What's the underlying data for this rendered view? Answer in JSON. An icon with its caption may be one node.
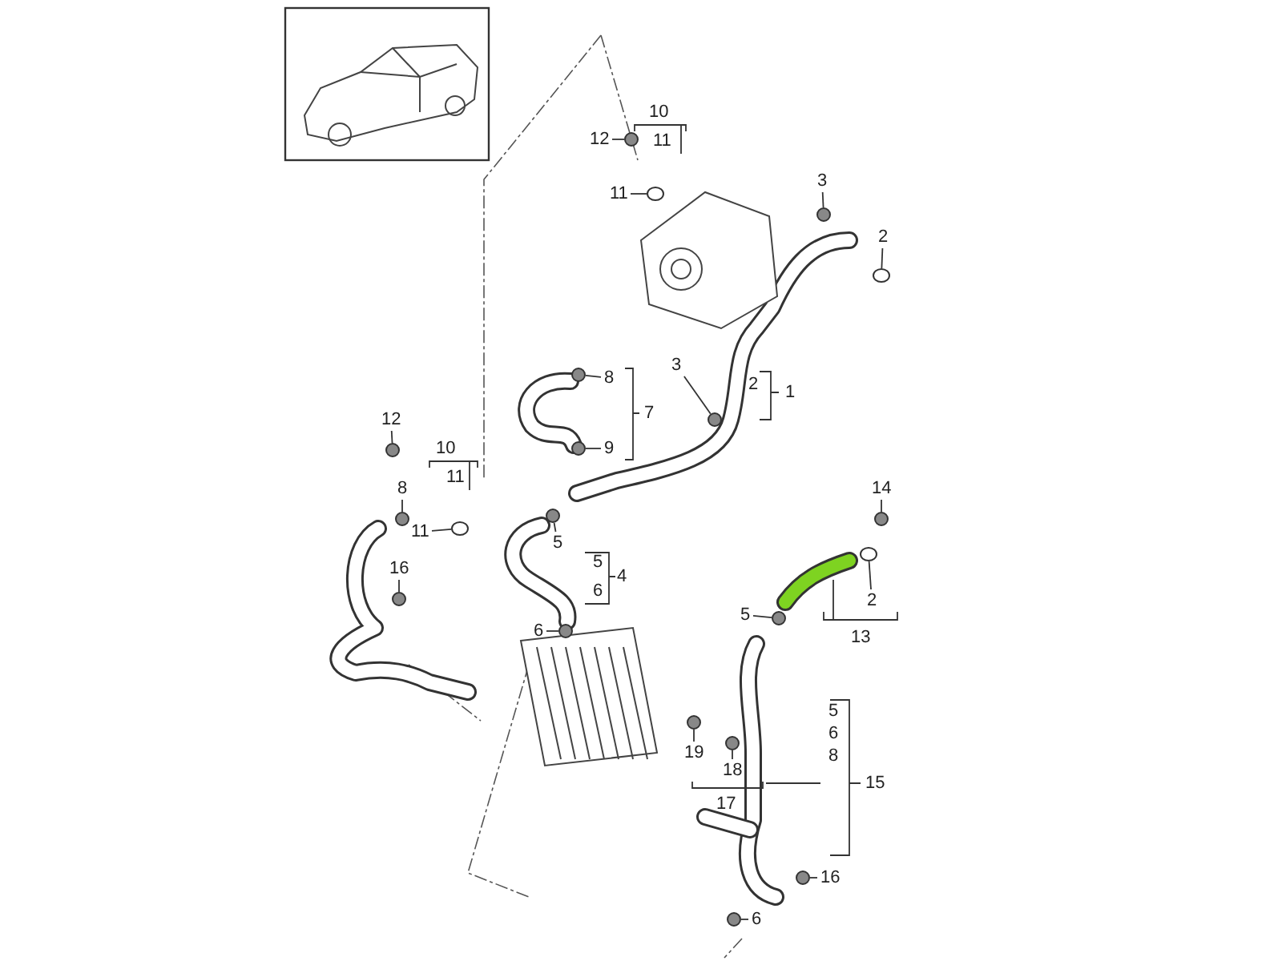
{
  "diagram": {
    "nodes": [
      {
        "text": [
          "12"
        ]
      },
      {
        "text": [
          "11"
        ]
      },
      {
        "text": [
          "3"
        ]
      },
      {
        "text": [
          "2"
        ]
      },
      {
        "text": [
          "3"
        ]
      },
      {
        "text": [
          "8"
        ]
      },
      {
        "text": [
          "9"
        ]
      },
      {
        "text": [
          "12"
        ]
      },
      {
        "text": [
          "8"
        ]
      },
      {
        "text": [
          "11"
        ]
      },
      {
        "text": [
          "16"
        ]
      },
      {
        "text": [
          "5"
        ]
      },
      {
        "text": [
          "6"
        ]
      },
      {
        "text": [
          "14"
        ]
      },
      {
        "text": [
          "2"
        ]
      },
      {
        "text": [
          "5"
        ]
      },
      {
        "text": [
          "19"
        ]
      },
      {
        "text": [
          "18"
        ]
      },
      {
        "text": [
          "16"
        ]
      },
      {
        "text": [
          "6"
        ]
      },
      {
        "text": [
          "10"
        ]
      },
      {
        "text": [
          "11"
        ]
      },
      {
        "text": [
          "2"
        ]
      },
      {
        "text": [
          "1"
        ]
      },
      {
        "text": [
          "7"
        ]
      },
      {
        "text": [
          "10"
        ]
      },
      {
        "text": [
          "11"
        ]
      },
      {
        "text": [
          "5"
        ]
      },
      {
        "text": [
          "4"
        ]
      },
      {
        "text": [
          "6"
        ]
      },
      {
        "text": [
          "13"
        ]
      },
      {
        "text": [
          "5"
        ]
      },
      {
        "text": [
          "6"
        ]
      },
      {
        "text": [
          "8"
        ]
      },
      {
        "text": [
          "15"
        ]
      },
      {
        "text": [
          "17"
        ]
      },
      {
        "text": [],
        "shape": "circle"
      },
      {
        "text": [],
        "shape": "ring"
      },
      {
        "text": [],
        "shape": "circle"
      },
      {
        "text": [],
        "shape": "ring"
      },
      {
        "text": [],
        "shape": "circle"
      },
      {
        "text": [],
        "shape": "circle"
      },
      {
        "text": [],
        "shape": "circle"
      },
      {
        "text": [],
        "shape": "circle"
      },
      {
        "text": [],
        "shape": "circle"
      },
      {
        "text": [],
        "shape": "ring"
      },
      {
        "text": [],
        "shape": "circle"
      },
      {
        "text": [],
        "shape": "circle"
      },
      {
        "text": [],
        "shape": "circle"
      },
      {
        "text": [],
        "shape": "circle"
      },
      {
        "text": [],
        "shape": "ring"
      },
      {
        "text": [],
        "shape": "circle"
      },
      {
        "text": [],
        "shape": "circle"
      },
      {
        "text": [],
        "shape": "circle"
      },
      {
        "text": [],
        "shape": "circle"
      },
      {
        "text": [],
        "shape": "circle"
      }
    ],
    "edges": [
      {
        "from": 0,
        "to": 36,
        "arrow": "none"
      },
      {
        "from": 1,
        "to": 37,
        "arrow": "none"
      },
      {
        "from": 2,
        "to": 38,
        "arrow": "none"
      },
      {
        "from": 3,
        "to": 39,
        "arrow": "none"
      },
      {
        "from": 4,
        "to": 40,
        "arrow": "none"
      },
      {
        "from": 5,
        "to": 41,
        "arrow": "none"
      },
      {
        "from": 6,
        "to": 42,
        "arrow": "none"
      },
      {
        "from": 7,
        "to": 43,
        "arrow": "none"
      },
      {
        "from": 8,
        "to": 44,
        "arrow": "none"
      },
      {
        "from": 9,
        "to": 45,
        "arrow": "none"
      },
      {
        "from": 10,
        "to": 46,
        "arrow": "none"
      },
      {
        "from": 11,
        "to": 47,
        "arrow": "none"
      },
      {
        "from": 12,
        "to": 48,
        "arrow": "none"
      },
      {
        "from": 13,
        "to": 49,
        "arrow": "none"
      },
      {
        "from": 14,
        "to": 50,
        "arrow": "none"
      },
      {
        "from": 15,
        "to": 51,
        "arrow": "none"
      },
      {
        "from": 16,
        "to": 52,
        "arrow": "none"
      },
      {
        "from": 17,
        "to": 53,
        "arrow": "none"
      },
      {
        "from": 18,
        "to": 54,
        "arrow": "none"
      },
      {
        "from": 19,
        "to": 55,
        "arrow": "none"
      }
    ]
  }
}
